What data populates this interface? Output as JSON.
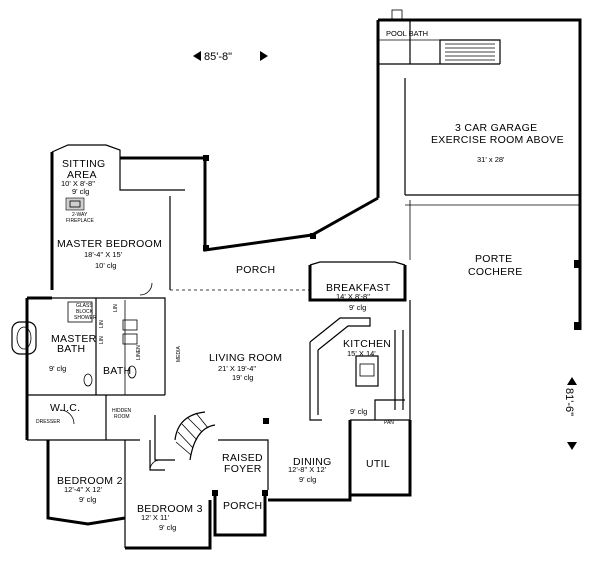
{
  "dimensions": {
    "width_label": "85'-8\"",
    "depth_label": "81'-6\""
  },
  "rooms": {
    "pool_bath": {
      "name": "POOL BATH"
    },
    "garage": {
      "line1": "3 CAR GARAGE",
      "line2": "EXERCISE ROOM ABOVE",
      "size": "31' x 28'"
    },
    "porte_cochere": {
      "line1": "PORTE",
      "line2": "COCHERE"
    },
    "sitting_area": {
      "line1": "SITTING",
      "line2": "AREA",
      "size": "10' X 8'-8\"",
      "ceiling": "9' clg"
    },
    "fireplace": {
      "line1": "2-WAY",
      "line2": "FIREPLACE"
    },
    "master_bedroom": {
      "name": "MASTER BEDROOM",
      "size": "18'-4\" X 15'",
      "ceiling": "10' clg"
    },
    "porch_rear": {
      "name": "PORCH"
    },
    "breakfast": {
      "name": "BREAKFAST",
      "size": "14' X 8'-8\"",
      "ceiling": "9' clg"
    },
    "shower": {
      "line1": "GLASS",
      "line2": "BLOCK",
      "line3": "SHOWER"
    },
    "master_bath": {
      "line1": "MASTER",
      "line2": "BATH",
      "ceiling": "9' clg"
    },
    "bath": {
      "name": "BATH"
    },
    "linen": {
      "name": "LINEN"
    },
    "media": {
      "name": "MEDIA"
    },
    "lin_labels": [
      "LIN",
      "LIN",
      "LIN"
    ],
    "living_room": {
      "name": "LIVING ROOM",
      "size": "21' X 19'-4\"",
      "ceiling": "19' clg"
    },
    "kitchen": {
      "name": "KITCHEN",
      "size": "15' X 14'",
      "ceiling": "9' clg"
    },
    "wic": {
      "name": "W.I.C.",
      "dresser": "DRESSER"
    },
    "hidden_room": {
      "line1": "HIDDEN",
      "line2": "ROOM"
    },
    "pan": {
      "name": "PAN"
    },
    "raised_foyer": {
      "line1": "RAISED",
      "line2": "FOYER"
    },
    "dining": {
      "name": "DINING",
      "size": "12'-8\" X 12'",
      "ceiling": "9' clg"
    },
    "utility": {
      "name": "UTIL"
    },
    "bedroom2": {
      "name": "BEDROOM 2",
      "size": "12'-4\" X 12'",
      "ceiling": "9' clg"
    },
    "bedroom3": {
      "name": "BEDROOM 3",
      "size": "12' X 11'",
      "ceiling": "9' clg"
    },
    "porch_front": {
      "name": "PORCH"
    }
  }
}
